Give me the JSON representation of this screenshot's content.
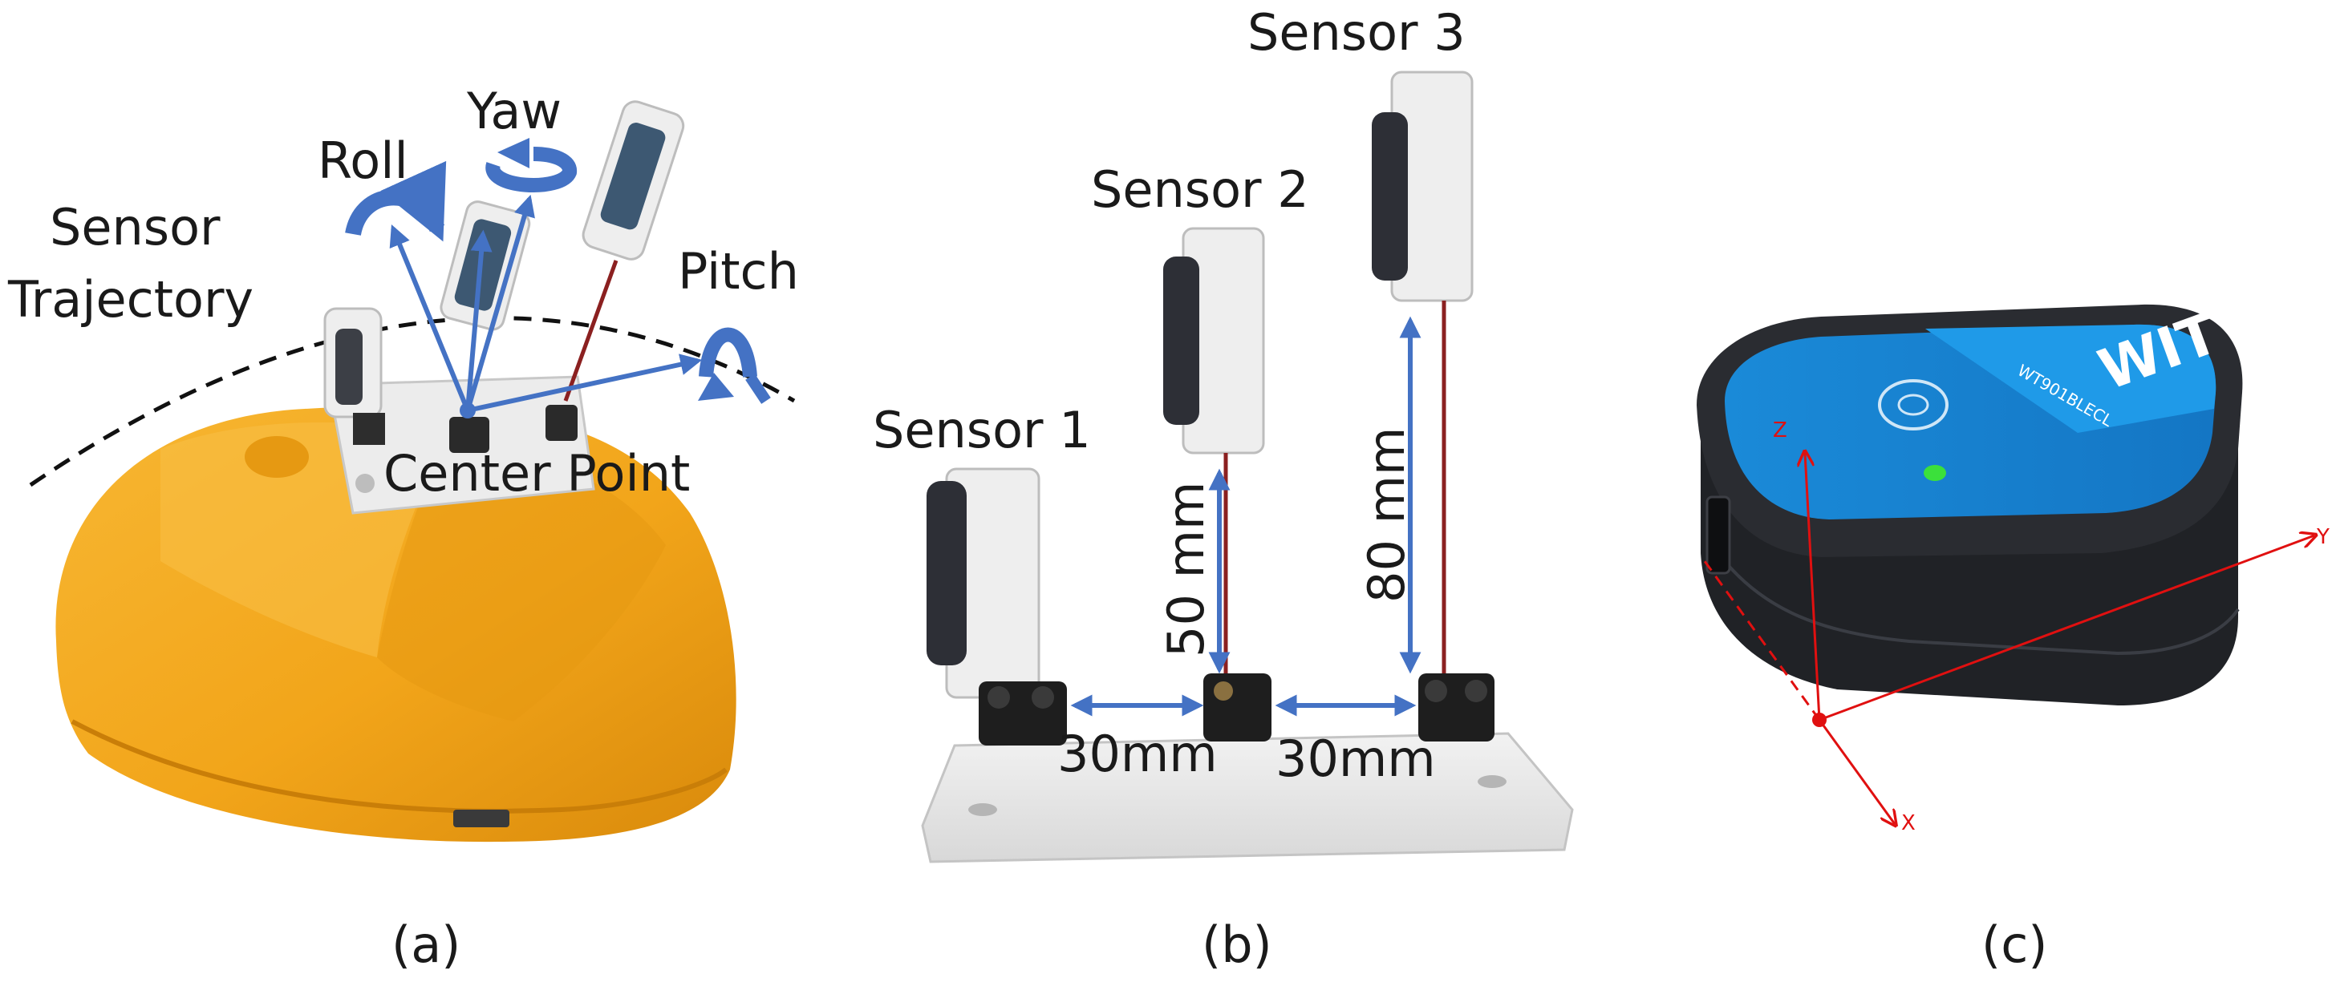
{
  "panel_a": {
    "labels": {
      "sensor_trajectory_1": "Sensor",
      "sensor_trajectory_2": "Trajectory",
      "roll": "Roll",
      "yaw": "Yaw",
      "pitch": "Pitch",
      "center_point": "Center Point"
    },
    "caption": "(a)"
  },
  "panel_b": {
    "labels": {
      "sensor_1": "Sensor 1",
      "sensor_2": "Sensor 2",
      "sensor_3": "Sensor 3",
      "height_50": "50 mm",
      "height_80": "80 mm",
      "gap_1": "30mm",
      "gap_2": "30mm"
    },
    "caption": "(b)"
  },
  "panel_c": {
    "axes": {
      "x": "X",
      "y": "Y",
      "z": "Z"
    },
    "device_text": "WT901BLECL",
    "logo_text": "WIT",
    "caption": "(c)"
  },
  "colors": {
    "helmet": "#F2A51A",
    "arrow_blue": "#4472C4",
    "axis_red": "#E01010",
    "device_top": "#1A8AD8",
    "device_body": "#202226",
    "led": "#3BE03B"
  }
}
